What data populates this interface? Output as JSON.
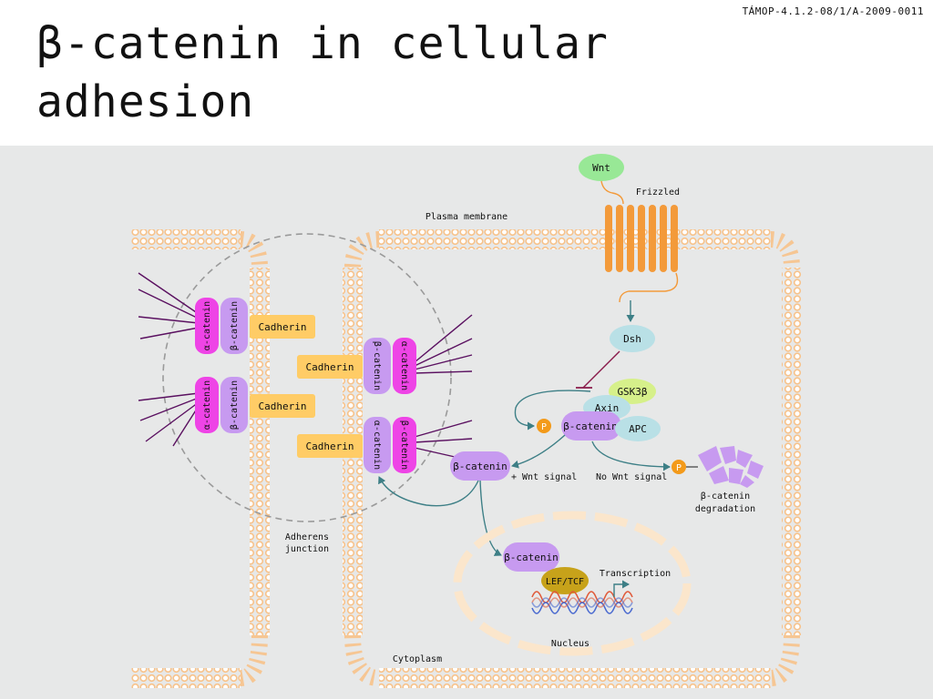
{
  "slide": {
    "title_line1": "β-catenin in cellular",
    "title_line2": "adhesion",
    "reference": "TÁMOP-4.1.2-08/1/A-2009-0011"
  },
  "diagram": {
    "labels": {
      "wnt": "Wnt",
      "frizzled": "Frizzled",
      "plasma_membrane": "Plasma membrane",
      "dsh": "Dsh",
      "gsk3b": "GSK3β",
      "axin": "Axin",
      "apc": "APC",
      "phospho": "P",
      "beta_catenin": "β-catenin",
      "alpha_catenin": "α-catenin",
      "cadherin": "Cadherin",
      "plus_wnt": "+ Wnt signal",
      "no_wnt": "No Wnt signal",
      "degradation_line1": "β-catenin",
      "degradation_line2": "degradation",
      "adherens_line1": "Adherens",
      "adherens_line2": "junction",
      "lef_tcf": "LEF/TCF",
      "transcription": "Transcription",
      "nucleus": "Nucleus",
      "cytoplasm": "Cytoplasm"
    },
    "colors": {
      "membrane": "#f7c28a",
      "membrane_fill": "#ffffff",
      "background": "#e7e8e8",
      "wnt": "#98e896",
      "frizzled": "#f39a3a",
      "dsh": "#b9e0e6",
      "gsk3b": "#d6f08a",
      "beta_catenin": "#c79af0",
      "alpha_catenin": "#ee44e6",
      "cadherin": "#ffcc66",
      "phospho": "#f39a1a",
      "lef_tcf": "#c7a21a",
      "arrow": "#3d7f86",
      "inhibit": "#8a1a4a",
      "actin": "#5a1060",
      "dna_a": "#e05a3a",
      "dna_b": "#4a6ad0"
    }
  }
}
